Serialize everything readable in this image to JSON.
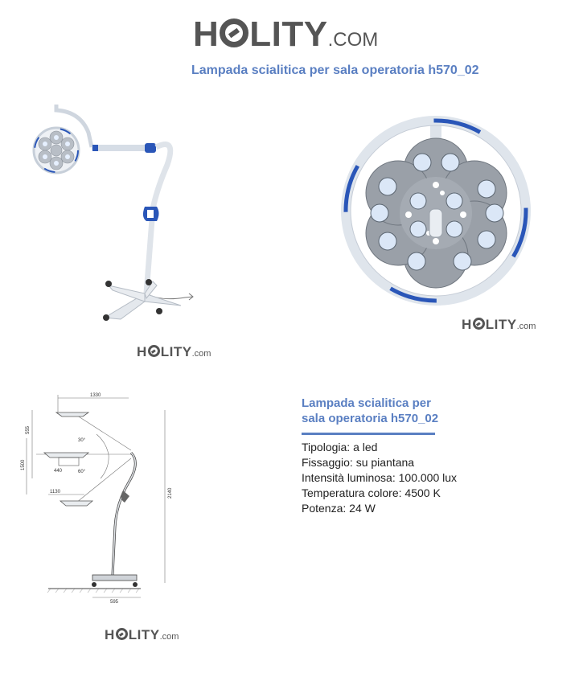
{
  "logo": {
    "brand_pre": "H",
    "brand_post": "LITY",
    "suffix": ".COM",
    "small_suffix": ".com"
  },
  "title": "Lampada scialitica per sala operatoria h570_02",
  "spec": {
    "heading_line1": "Lampada scialitica per",
    "heading_line2": "sala operatoria h570_02",
    "items": [
      {
        "k": "Tipologia",
        "v": "a led"
      },
      {
        "k": "Fissaggio",
        "v": "su piantana"
      },
      {
        "k": "Intensità luminosa",
        "v": "100.000 lux"
      },
      {
        "k": "Temperatura colore",
        "v": "4500 K"
      },
      {
        "k": "Potenza",
        "v": "24 W"
      }
    ]
  },
  "drawing": {
    "dim_top": "1330",
    "dim_555": "555",
    "dim_1500": "1500",
    "dim_30": "30°",
    "dim_440": "440",
    "dim_60": "60°",
    "dim_1130": "1130",
    "dim_2140": "2140",
    "dim_595": "595"
  },
  "colors": {
    "accent": "#5a7fc2",
    "logo": "#555555",
    "lamp_blue": "#2a56b8"
  }
}
